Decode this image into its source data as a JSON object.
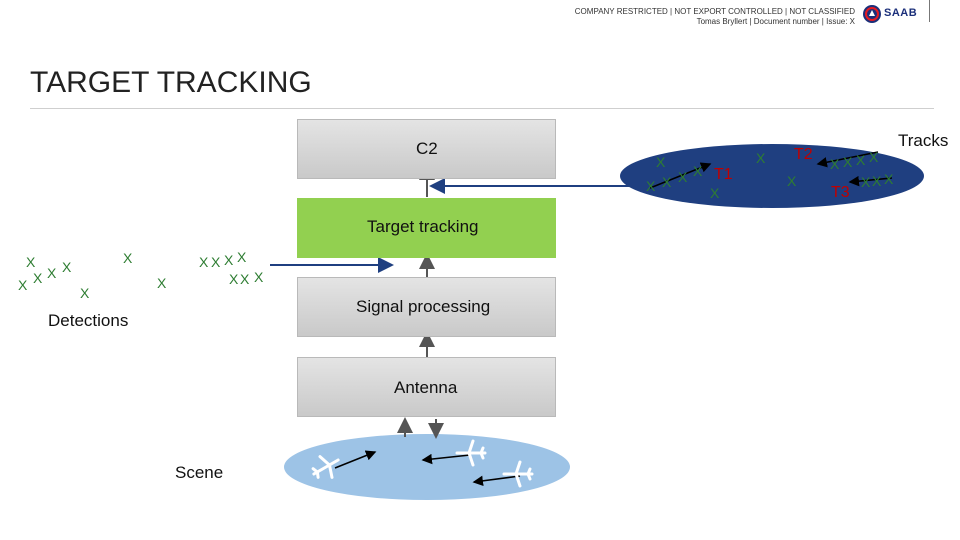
{
  "header": {
    "classification": "COMPANY RESTRICTED | NOT EXPORT CONTROLLED | NOT CLASSIFIED",
    "doc_info": "Tomas Bryllert | Document number | Issue: X",
    "brand": "SAAB",
    "logo_icon": "saab-griffin-icon"
  },
  "slide": {
    "title": "TARGET TRACKING"
  },
  "diagram": {
    "blocks": {
      "c2": "C2",
      "target_tracking": "Target tracking",
      "signal_processing": "Signal processing",
      "antenna": "Antenna"
    },
    "labels": {
      "detections": "Detections",
      "scene": "Scene",
      "tracks": "Tracks",
      "t1": "T1",
      "t2": "T2",
      "t3": "T3"
    },
    "marker": "X",
    "colors": {
      "block_fill": "#d4d4d4",
      "tracking_fill": "#92d050",
      "track_ellipse": "#1f3f80",
      "scene_ellipse": "#9dc3e6",
      "marker": "#2e7d32",
      "track_label": "#c00000",
      "arrow": "#1f3f80"
    },
    "icons": [
      "airplane-icon",
      "airplane-icon",
      "airplane-icon"
    ]
  }
}
